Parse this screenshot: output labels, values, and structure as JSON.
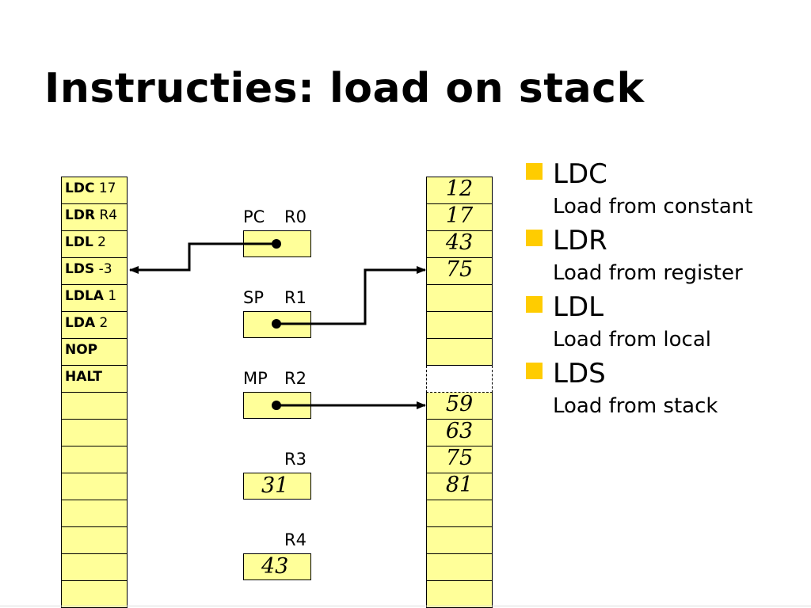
{
  "slide": {
    "title": "Instructies: load on stack"
  },
  "program": [
    {
      "op": "LDC",
      "arg": " 17"
    },
    {
      "op": "LDR",
      "arg": " R4"
    },
    {
      "op": "LDL",
      "arg": " 2"
    },
    {
      "op": "LDS",
      "arg": " -3"
    },
    {
      "op": "LDLA",
      "arg": " 1"
    },
    {
      "op": "LDA",
      "arg": " 2"
    },
    {
      "op": "NOP",
      "arg": ""
    },
    {
      "op": "HALT",
      "arg": ""
    },
    {
      "op": "",
      "arg": ""
    },
    {
      "op": "",
      "arg": ""
    },
    {
      "op": "",
      "arg": ""
    },
    {
      "op": "",
      "arg": ""
    },
    {
      "op": "",
      "arg": ""
    },
    {
      "op": "",
      "arg": ""
    },
    {
      "op": "",
      "arg": ""
    },
    {
      "op": "",
      "arg": ""
    }
  ],
  "registers": [
    {
      "alias": "PC",
      "name": "R0",
      "value": ""
    },
    {
      "alias": "SP",
      "name": "R1",
      "value": ""
    },
    {
      "alias": "MP",
      "name": "R2",
      "value": ""
    },
    {
      "alias": "",
      "name": "R3",
      "value": "31"
    },
    {
      "alias": "",
      "name": "R4",
      "value": "43"
    }
  ],
  "stack_upper": [
    "12",
    "17",
    "43",
    "75",
    "",
    "",
    ""
  ],
  "stack_lower": [
    "59",
    "63",
    "75",
    "81",
    "",
    "",
    "",
    ""
  ],
  "bullets": [
    {
      "main": "LDC",
      "sub": "Load from constant"
    },
    {
      "main": "LDR",
      "sub": "Load from register"
    },
    {
      "main": "LDL",
      "sub": "Load from local"
    },
    {
      "main": "LDS",
      "sub": "Load from stack"
    }
  ],
  "colors": {
    "cell_fill": "#ffff99",
    "bullet": "#ffcc00"
  }
}
